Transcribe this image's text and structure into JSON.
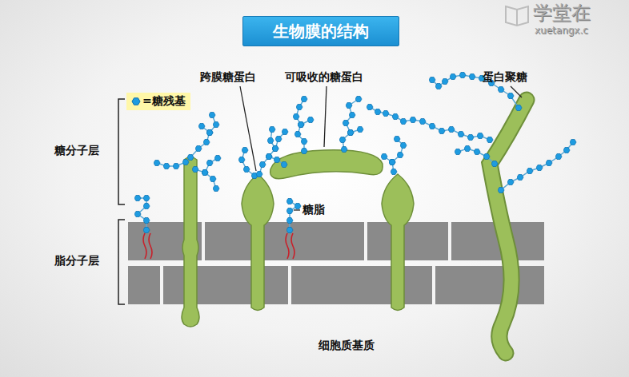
{
  "diagram": {
    "nodes": [
      {
        "text": [
          "生物膜的结构"
        ]
      }
    ],
    "labels": [
      "学堂在",
      "xuetangx.c",
      "糖分子层",
      "脂分子层",
      "跨膜糖蛋白",
      "可吸收的糖蛋白",
      "蛋白聚糖",
      "糖脂",
      "细胞质基质"
    ],
    "legend": [
      {
        "text": "=糖残基",
        "color": "#1e9be0"
      }
    ]
  }
}
